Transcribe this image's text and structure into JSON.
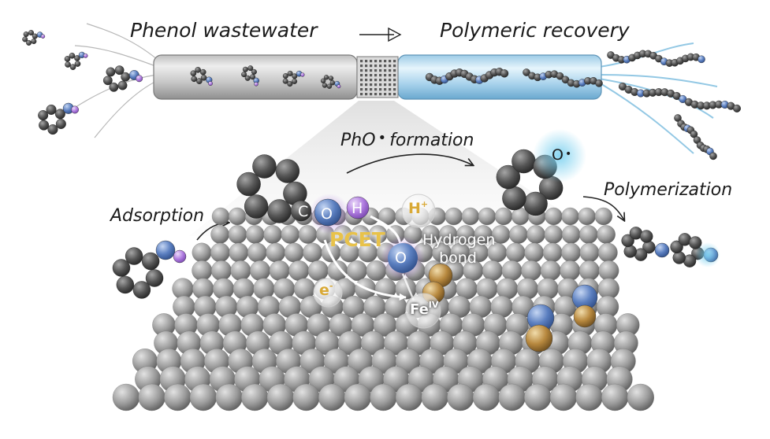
{
  "title_left": "Phenol wastewater",
  "title_right": "Polymeric recovery",
  "step_formation": "PhO",
  "step_formation_suffix": "formation",
  "step_adsorption": "Adsorption",
  "step_polymerization": "Polymerization",
  "mechanism": {
    "pcet": "PCET",
    "hydrogen_bond_line1": "Hydrogen",
    "hydrogen_bond_line2": "bond",
    "atom_c": "C",
    "atom_o": "O",
    "atom_h": "H",
    "proton": "H",
    "proton_sup": "+",
    "surface_o": "O",
    "electron": "e",
    "electron_sup": "-",
    "iron": "Fe",
    "iron_sup": "IV",
    "radical_o": "O"
  },
  "colors": {
    "carbon": "#555555",
    "oxygen": "#5b7fc0",
    "hydrogen": "#b07de0",
    "iron": "#b8893f",
    "surface": "#9b9b9b",
    "pcet": "#e8c24a",
    "radical_glow": "#7ad0ef"
  }
}
